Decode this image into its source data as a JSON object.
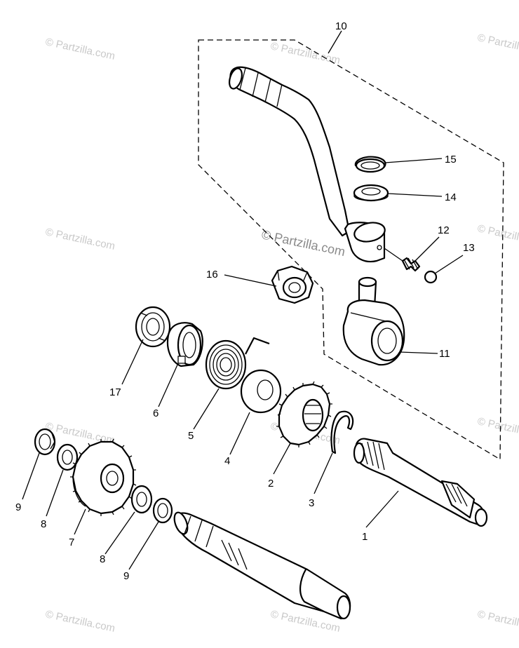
{
  "watermark": {
    "text": "© Partzilla.com"
  },
  "callouts": [
    {
      "id": "c10",
      "label": "10"
    },
    {
      "id": "c15",
      "label": "15"
    },
    {
      "id": "c14",
      "label": "14"
    },
    {
      "id": "c12",
      "label": "12"
    },
    {
      "id": "c13",
      "label": "13"
    },
    {
      "id": "c16",
      "label": "16"
    },
    {
      "id": "c11",
      "label": "11"
    },
    {
      "id": "c17",
      "label": "17"
    },
    {
      "id": "c6",
      "label": "6"
    },
    {
      "id": "c5",
      "label": "5"
    },
    {
      "id": "c4",
      "label": "4"
    },
    {
      "id": "c2",
      "label": "2"
    },
    {
      "id": "c3",
      "label": "3"
    },
    {
      "id": "c1",
      "label": "1"
    },
    {
      "id": "c9a",
      "label": "9"
    },
    {
      "id": "c8a",
      "label": "8"
    },
    {
      "id": "c7",
      "label": "7"
    },
    {
      "id": "c8b",
      "label": "8"
    },
    {
      "id": "c9b",
      "label": "9"
    }
  ]
}
